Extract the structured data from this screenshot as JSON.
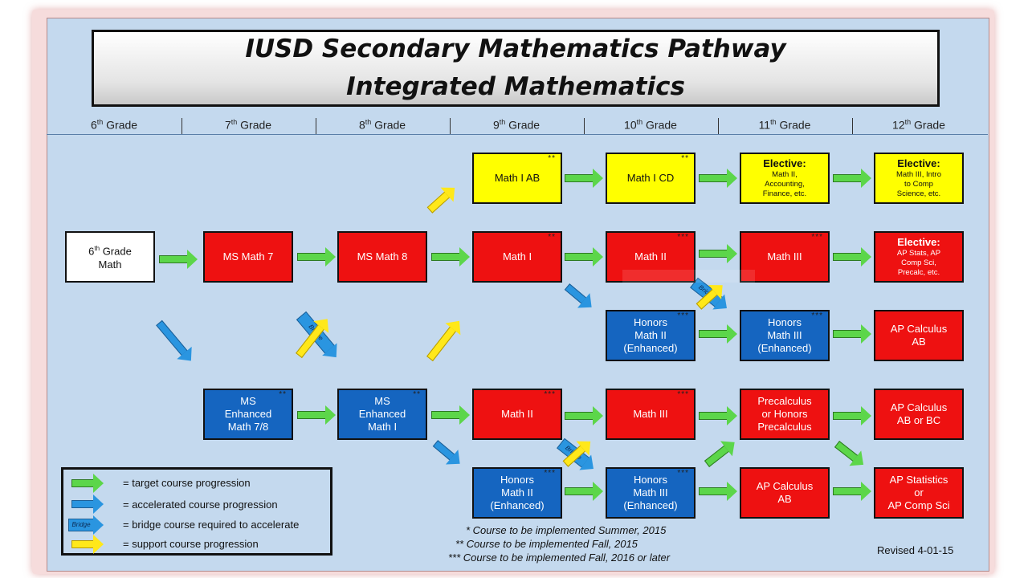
{
  "title": {
    "line1": "IUSD Secondary Mathematics Pathway",
    "line2": "Integrated Mathematics"
  },
  "grades": [
    {
      "num": "6",
      "sup": "th",
      "word": " Grade"
    },
    {
      "num": "7",
      "sup": "th",
      "word": " Grade"
    },
    {
      "num": "8",
      "sup": "th",
      "word": " Grade"
    },
    {
      "num": "9",
      "sup": "th",
      "word": " Grade"
    },
    {
      "num": "10",
      "sup": "th",
      "word": " Grade"
    },
    {
      "num": "11",
      "sup": "th",
      "word": " Grade"
    },
    {
      "num": "12",
      "sup": "th",
      "word": " Grade"
    }
  ],
  "courses": {
    "grade6": {
      "line1": "6",
      "sup": "th",
      "line1b": " Grade",
      "line2": "Math"
    },
    "ms_math7": {
      "label": "MS Math 7"
    },
    "ms_math8": {
      "label": "MS Math 8"
    },
    "ms_enh_78": {
      "lines": [
        "MS",
        "Enhanced",
        "Math 7/8"
      ],
      "stars": "**"
    },
    "ms_enh_1": {
      "lines": [
        "MS",
        "Enhanced",
        "Math I"
      ],
      "stars": "**"
    },
    "math1ab": {
      "label": "Math I AB",
      "stars": "**"
    },
    "math1cd": {
      "label": "Math I CD",
      "stars": "**"
    },
    "elective11": {
      "head": "Elective:",
      "lines": [
        "Math II,",
        "Accounting,",
        "Finance, etc."
      ]
    },
    "elective12": {
      "head": "Elective:",
      "lines": [
        "Math III, Intro",
        "to Comp",
        "Science, etc."
      ]
    },
    "math1": {
      "label": "Math I",
      "stars": "**"
    },
    "math2_top": {
      "label": "Math II",
      "stars": "***"
    },
    "math3_top": {
      "label": "Math III",
      "stars": "***"
    },
    "elective12_red": {
      "head": "Elective:",
      "lines": [
        "AP Stats, AP",
        "Comp Sci,",
        "Precalc, etc."
      ]
    },
    "hon2_top": {
      "lines": [
        "Honors",
        "Math II",
        "(Enhanced)"
      ],
      "stars": "***"
    },
    "hon3_top": {
      "lines": [
        "Honors",
        "Math III",
        "(Enhanced)"
      ],
      "stars": "***"
    },
    "apcalc_ab_top": {
      "lines": [
        "AP Calculus",
        "AB"
      ]
    },
    "math2_bot": {
      "label": "Math II",
      "stars": "***"
    },
    "math3_bot": {
      "label": "Math III",
      "stars": "***"
    },
    "precalc": {
      "lines": [
        "Precalculus",
        "or Honors",
        "Precalculus"
      ]
    },
    "apcalc_abbc": {
      "lines": [
        "AP Calculus",
        "AB or BC"
      ]
    },
    "hon2_bot": {
      "lines": [
        "Honors",
        "Math II",
        "(Enhanced)"
      ],
      "stars": "***"
    },
    "hon3_bot": {
      "lines": [
        "Honors",
        "Math III",
        "(Enhanced)"
      ],
      "stars": "***"
    },
    "apcalc_ab_bot": {
      "lines": [
        "AP Calculus",
        "AB"
      ]
    },
    "apstats": {
      "lines": [
        "AP Statistics",
        "or",
        "AP Comp Sci"
      ]
    }
  },
  "legend": {
    "target": "= target course progression",
    "accelerated": "= accelerated course progression",
    "bridge": "= bridge course required to accelerate",
    "bridge_tag": "Bridge",
    "support": "= support course progression"
  },
  "notes": [
    "* Course to be implemented Summer, 2015",
    "** Course to be implemented Fall, 2015",
    "*** Course to be implemented Fall, 2016 or later"
  ],
  "revised": "Revised 4-01-15",
  "colors": {
    "target": "#5cd64a",
    "accelerated": "#2a95e0",
    "support": "#ffe81a",
    "bridge": "#2a95e0",
    "course_red": "#ee1111",
    "course_blue": "#1565c0",
    "course_yellow": "#ffff00"
  }
}
